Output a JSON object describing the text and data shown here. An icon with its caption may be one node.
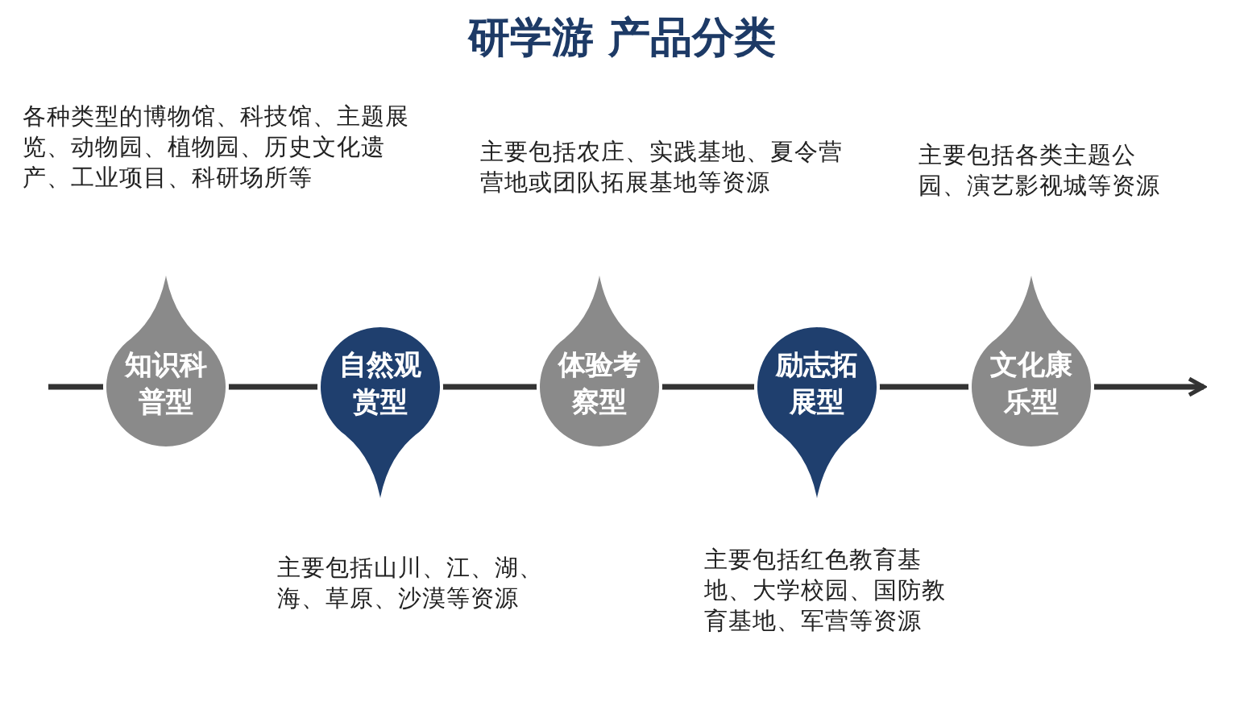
{
  "diagram": {
    "title": "研学游 产品分类",
    "nodes": [
      {
        "text": [
          "知识科普型"
        ],
        "beside": [
          "各种类型的博物馆、科技馆、主题展览、动物园、植物园、历史文化遗产、工业项目、科研场所等"
        ]
      },
      {
        "text": [
          "自然观赏型"
        ],
        "beside": [
          "主要包括山川、江、湖、海、草原、沙漠等资源"
        ]
      },
      {
        "text": [
          "体验考察型"
        ],
        "beside": [
          "主要包括农庄、实践基地、夏令营营地或团队拓展基地等资源"
        ]
      },
      {
        "text": [
          "励志拓展型"
        ],
        "beside": [
          "主要包括红色教育基地、大学校园、国防教育基地、军营等资源"
        ]
      },
      {
        "text": [
          "文化康乐型"
        ],
        "beside": [
          "主要包括各类主题公园、演艺影视城等资源"
        ]
      }
    ],
    "edges": [
      {
        "from": null,
        "to": 0,
        "arrow": "none"
      },
      {
        "from": 0,
        "to": 1,
        "arrow": "none"
      },
      {
        "from": 1,
        "to": 2,
        "arrow": "none"
      },
      {
        "from": 2,
        "to": 3,
        "arrow": "none"
      },
      {
        "from": 3,
        "to": 4,
        "arrow": "none"
      },
      {
        "from": 4,
        "to": null,
        "arrow": "to"
      }
    ]
  }
}
